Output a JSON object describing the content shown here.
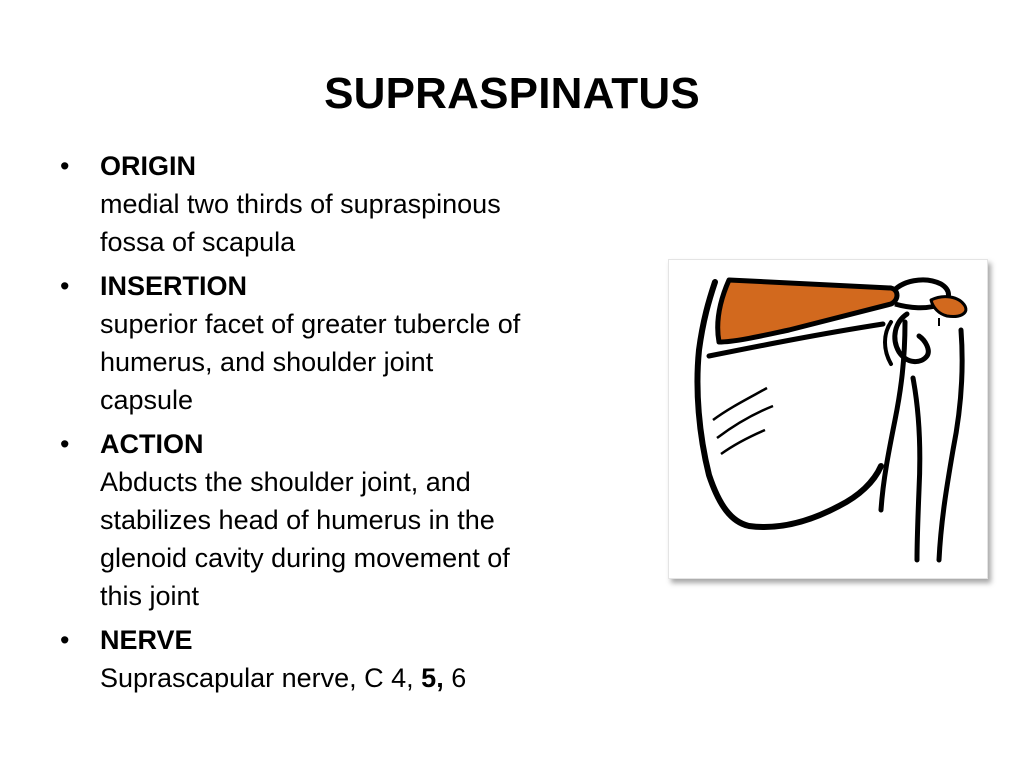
{
  "slide": {
    "title": "SUPRASPINATUS",
    "bullet_glyph": "•",
    "sections": [
      {
        "heading": "ORIGIN",
        "lines": [
          "medial two thirds of supraspinous",
          "fossa of scapula"
        ]
      },
      {
        "heading": "INSERTION",
        "lines": [
          "superior facet of greater tubercle of",
          "humerus, and shoulder joint",
          "capsule"
        ]
      },
      {
        "heading": "ACTION",
        "lines": [
          "Abducts the shoulder joint, and",
          "stabilizes head of humerus in the",
          "glenoid cavity during movement of",
          "this joint"
        ]
      },
      {
        "heading": "NERVE",
        "nerve_text_before": "Suprascapular nerve, C 4, ",
        "nerve_text_bold": "5,",
        "nerve_text_after": " 6"
      }
    ]
  },
  "figure": {
    "muscle_color": "#d2691e",
    "outline_color": "#000000"
  }
}
